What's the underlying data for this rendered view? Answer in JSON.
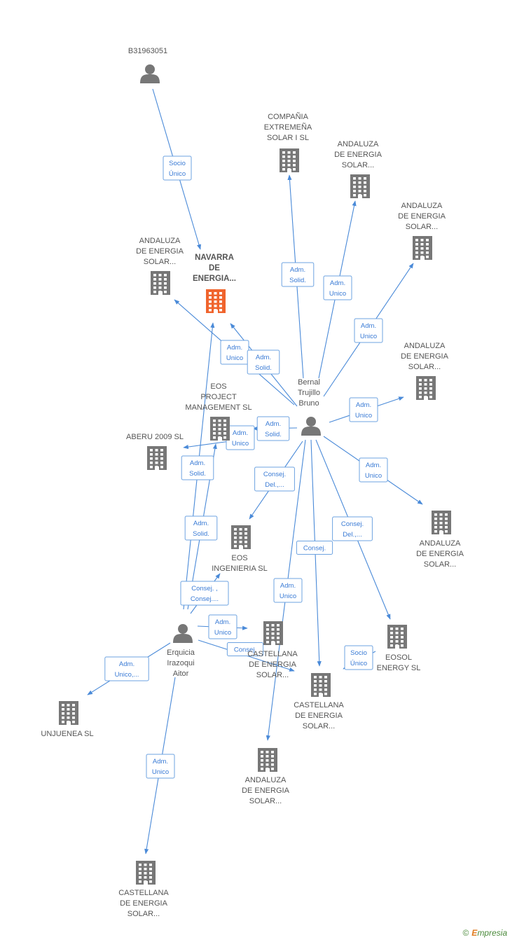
{
  "nodes": [
    {
      "id": "b319",
      "type": "person",
      "lines": [
        "B31963051"
      ]
    },
    {
      "id": "navarra",
      "type": "company",
      "main": true,
      "lines": [
        "NAVARRA",
        "DE",
        "ENERGIA..."
      ]
    },
    {
      "id": "and1",
      "type": "company",
      "lines": [
        "ANDALUZA",
        "DE ENERGIA",
        "SOLAR..."
      ]
    },
    {
      "id": "compania",
      "type": "company",
      "lines": [
        "COMPAÑIA",
        "EXTREMEÑA",
        "SOLAR I SL"
      ]
    },
    {
      "id": "and2",
      "type": "company",
      "lines": [
        "ANDALUZA",
        "DE ENERGIA",
        "SOLAR..."
      ]
    },
    {
      "id": "and3",
      "type": "company",
      "lines": [
        "ANDALUZA",
        "DE ENERGIA",
        "SOLAR..."
      ]
    },
    {
      "id": "and4",
      "type": "company",
      "lines": [
        "ANDALUZA",
        "DE ENERGIA",
        "SOLAR..."
      ]
    },
    {
      "id": "bernal",
      "type": "person",
      "lines": [
        "Bernal",
        "Trujillo",
        "Bruno"
      ]
    },
    {
      "id": "eosproj",
      "type": "company",
      "lines": [
        "EOS",
        "PROJECT",
        "MANAGEMENT SL"
      ]
    },
    {
      "id": "aberu",
      "type": "company",
      "lines": [
        "ABERU 2009 SL"
      ]
    },
    {
      "id": "and5",
      "type": "company",
      "lines": [
        "ANDALUZA",
        "DE ENERGIA",
        "SOLAR..."
      ]
    },
    {
      "id": "eosing",
      "type": "company",
      "lines": [
        "EOS",
        "INGENIERIA SL"
      ]
    },
    {
      "id": "erquicia",
      "type": "person",
      "lines": [
        "Erquicia",
        "Irazoqui",
        "Aitor"
      ]
    },
    {
      "id": "cast1",
      "type": "company",
      "lines": [
        "CASTELLANA",
        "DE ENERGIA",
        "SOLAR..."
      ]
    },
    {
      "id": "eosol",
      "type": "company",
      "lines": [
        "EOSOL",
        "ENERGY SL"
      ]
    },
    {
      "id": "cast2",
      "type": "company",
      "lines": [
        "CASTELLANA",
        "DE ENERGIA",
        "SOLAR..."
      ]
    },
    {
      "id": "unjuenea",
      "type": "company",
      "lines": [
        "UNJUENEA  SL"
      ]
    },
    {
      "id": "and6",
      "type": "company",
      "lines": [
        "ANDALUZA",
        "DE ENERGIA",
        "SOLAR..."
      ]
    },
    {
      "id": "cast3",
      "type": "company",
      "lines": [
        "CASTELLANA",
        "DE ENERGIA",
        "SOLAR..."
      ]
    }
  ],
  "relations": [
    {
      "lines": [
        "Socio",
        "Único"
      ]
    },
    {
      "lines": [
        "Adm.",
        "Solid."
      ]
    },
    {
      "lines": [
        "Adm.",
        "Unico"
      ]
    },
    {
      "lines": [
        "Adm.",
        "Unico"
      ]
    },
    {
      "lines": [
        "Adm.",
        "Unico"
      ]
    },
    {
      "lines": [
        "Adm.",
        "Solid."
      ]
    },
    {
      "lines": [
        "Adm.",
        "Unico"
      ]
    },
    {
      "lines": [
        "Adm.",
        "Solid."
      ]
    },
    {
      "lines": [
        "Adm.",
        "Unico"
      ]
    },
    {
      "lines": [
        "Adm.",
        "Unico"
      ]
    },
    {
      "lines": [
        "Consej.",
        "Del.,..."
      ]
    },
    {
      "lines": [
        "Consej.",
        "Del.,..."
      ]
    },
    {
      "lines": [
        "Consej."
      ]
    },
    {
      "lines": [
        "Socio",
        "Único"
      ]
    },
    {
      "lines": [
        "Adm.",
        "Solid."
      ]
    },
    {
      "lines": [
        "Adm.",
        "Solid."
      ]
    },
    {
      "lines": [
        "Consej. ,",
        "Consej...."
      ]
    },
    {
      "lines": [
        "Adm.",
        "Unico"
      ]
    },
    {
      "lines": [
        "Adm.",
        "Unico"
      ]
    },
    {
      "lines": [
        "Consej."
      ]
    },
    {
      "lines": [
        "Adm.",
        "Unico,..."
      ]
    },
    {
      "lines": [
        "Adm.",
        "Unico"
      ]
    }
  ],
  "colors": {
    "edge": "#4a8ad8",
    "company": "#777777",
    "main_company": "#f0642d",
    "person": "#777777"
  },
  "footer": {
    "copyright": "©",
    "brand_e": "E",
    "brand_rest": "mpresia"
  }
}
